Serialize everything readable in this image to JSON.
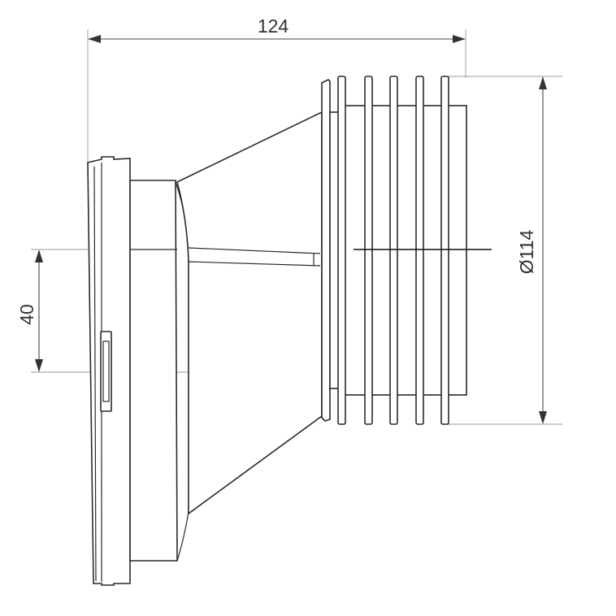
{
  "drawing": {
    "dimensions": {
      "overall_length": "124",
      "outer_diameter": "Ø114",
      "offset": "40"
    },
    "colors": {
      "line": "#2a2a2a",
      "dimension": "#444444",
      "background": "#ffffff"
    }
  }
}
